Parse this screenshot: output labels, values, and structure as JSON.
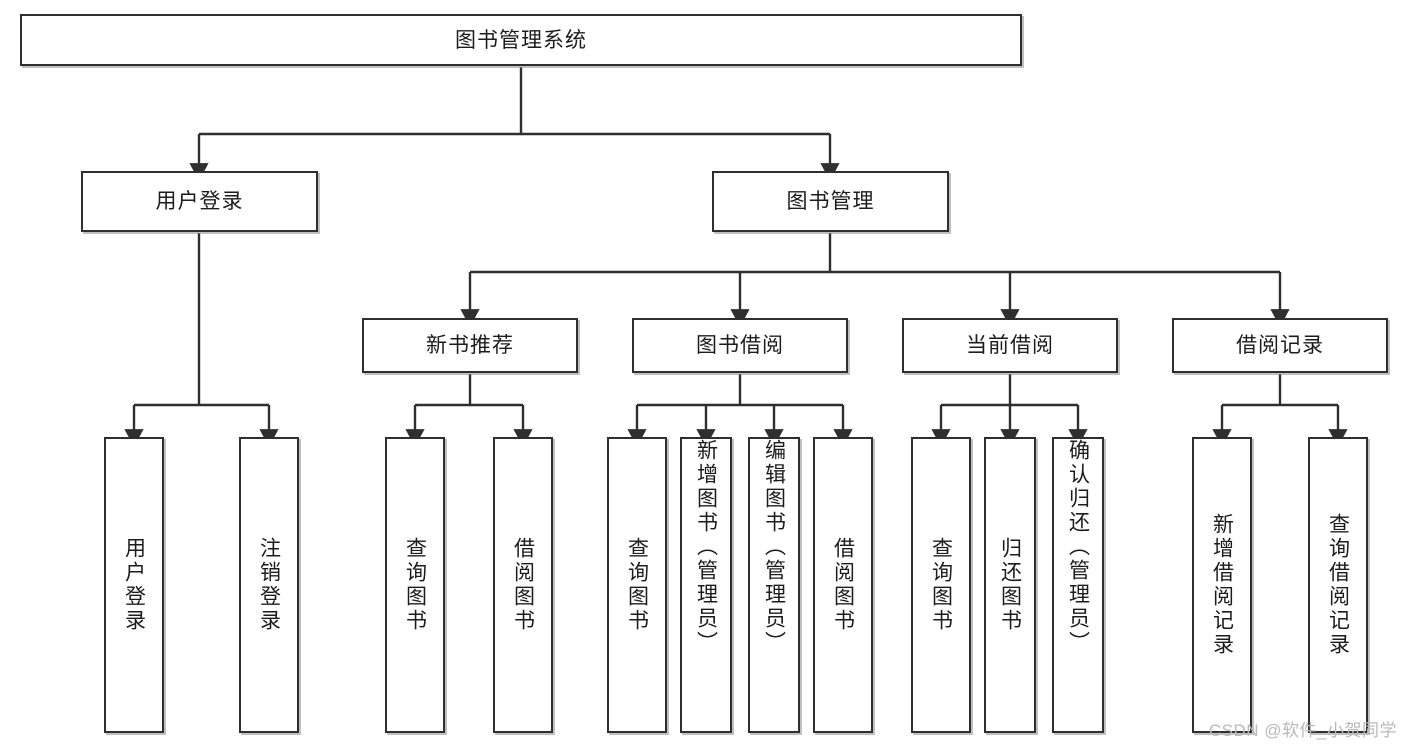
{
  "diagram": {
    "type": "tree-hierarchy",
    "title": "图书管理系统",
    "line_color": "#2f2f2f",
    "box_fill": "#ffffff",
    "text_color": "#1c1c1c",
    "background": "#ffffff"
  },
  "root": {
    "label": "图书管理系统"
  },
  "level1": [
    {
      "label": "用户登录"
    },
    {
      "label": "图书管理"
    }
  ],
  "level2": [
    {
      "label": "新书推荐"
    },
    {
      "label": "图书借阅"
    },
    {
      "label": "当前借阅"
    },
    {
      "label": "借阅记录"
    }
  ],
  "leaves": {
    "user_login": [
      {
        "label": "用户登录"
      },
      {
        "label": "注销登录"
      }
    ],
    "new_book_recommend": [
      {
        "label": "查询图书"
      },
      {
        "label": "借阅图书"
      }
    ],
    "book_borrow": [
      {
        "label": "查询图书"
      },
      {
        "label": "新增图书（管理员）"
      },
      {
        "label": "编辑图书（管理员）"
      },
      {
        "label": "借阅图书"
      }
    ],
    "current_borrow": [
      {
        "label": "查询图书"
      },
      {
        "label": "归还图书"
      },
      {
        "label": "确认归还（管理员）"
      }
    ],
    "borrow_record": [
      {
        "label": "新增借阅记录"
      },
      {
        "label": "查询借阅记录"
      }
    ]
  },
  "watermark": {
    "text": "CSDN @软件_小贺同学"
  }
}
